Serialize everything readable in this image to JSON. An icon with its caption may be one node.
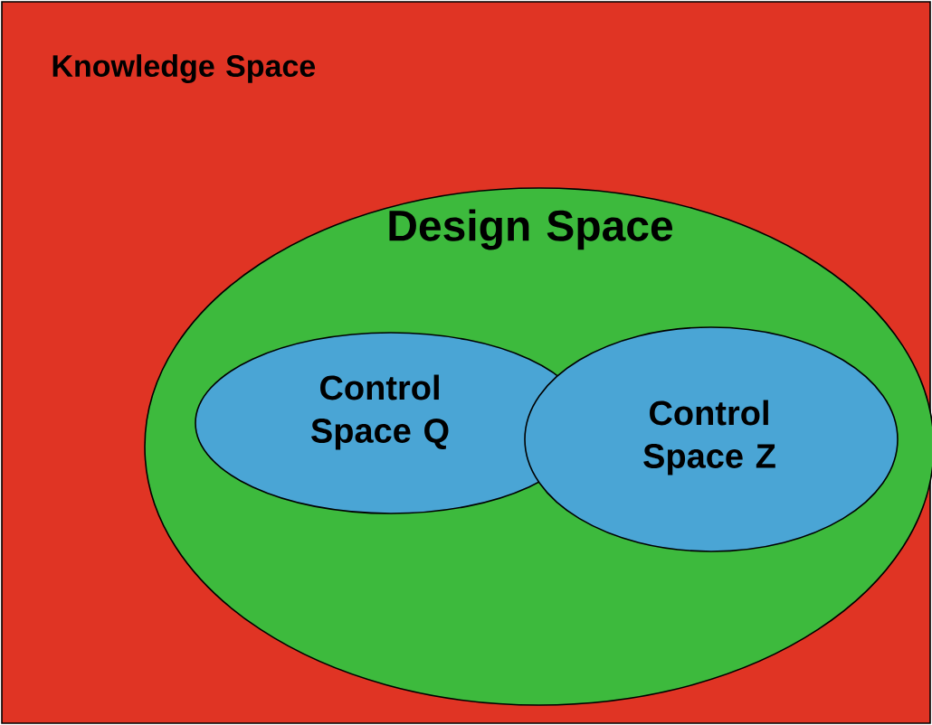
{
  "diagram": {
    "nodes": [
      {
        "text": [
          "Knowledge Space"
        ]
      },
      {
        "text": [
          "Design Space"
        ],
        "in": 0
      },
      {
        "text": [
          "Control Space Q"
        ],
        "in": 1
      },
      {
        "text": [
          "Control Space Z"
        ],
        "in": 1
      }
    ]
  }
}
